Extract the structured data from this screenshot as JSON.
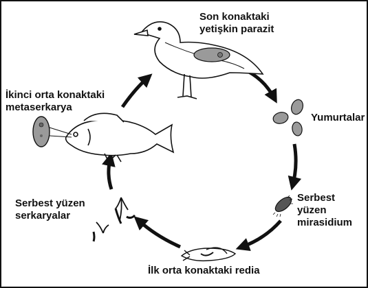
{
  "diagram": {
    "stages": {
      "adult": {
        "line1": "Son konaktaki",
        "line2": "yetişkin parazit"
      },
      "eggs": {
        "label": "Yumurtalar"
      },
      "miracidium": {
        "line1": "Serbest",
        "line2": "yüzen",
        "line3": "mirasidium"
      },
      "redia": {
        "label": "İlk orta konaktaki redia"
      },
      "cercaria": {
        "line1": "Serbest yüzen",
        "line2": "serkaryalar"
      },
      "metacercaria": {
        "line1": "İkinci orta konaktaki",
        "line2": "metaserkarya"
      }
    },
    "icons": [
      "gull-icon",
      "egg-icon",
      "miracidium-icon",
      "snail-icon",
      "cercaria-icon",
      "fish-icon",
      "cyst-icon"
    ],
    "colors": {
      "stroke": "#111111",
      "parasite_fill": "#9a9a9a",
      "bird_fill": "#ffffff"
    }
  }
}
